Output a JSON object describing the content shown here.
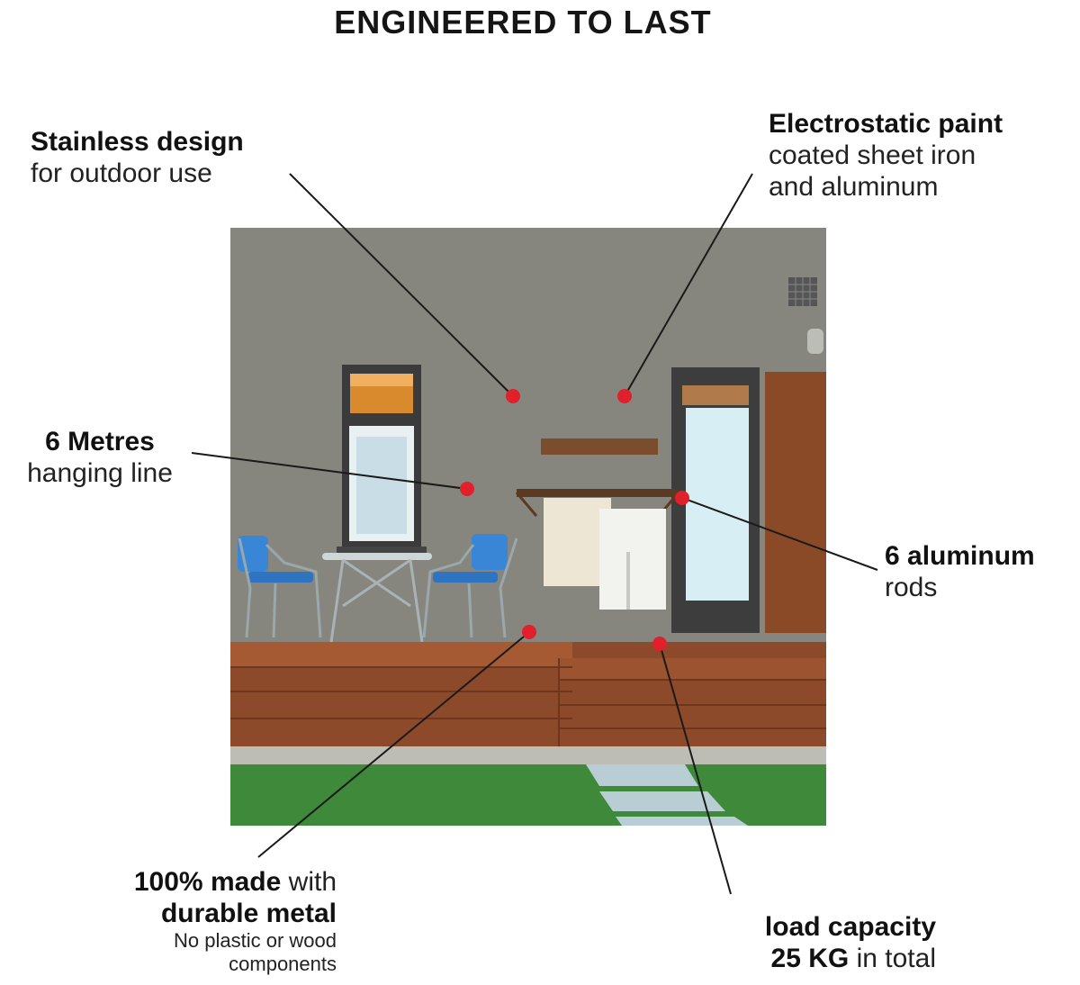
{
  "title": "ENGINEERED TO LAST",
  "callouts": {
    "stainless": {
      "bold": "Stainless design",
      "rest": "for outdoor use"
    },
    "paint": {
      "bold": "Electrostatic paint",
      "line2": "coated sheet iron",
      "line3": "and aluminum"
    },
    "metres": {
      "bold": "6 Metres",
      "rest": "hanging line"
    },
    "rods": {
      "bold": "6 aluminum",
      "rest": "rods"
    },
    "metal": {
      "bold1": "100% made",
      "rest1": " with",
      "bold2": "durable metal",
      "small1": "No plastic or wood",
      "small2": "components"
    },
    "load": {
      "bold1": "load capacity",
      "bold2": "25 KG",
      "rest2": " in total"
    }
  },
  "colors": {
    "marker": "#e0202a",
    "wall": "#8a8a80",
    "deck": "#8a4a2c",
    "grass": "#3f8a3a"
  }
}
